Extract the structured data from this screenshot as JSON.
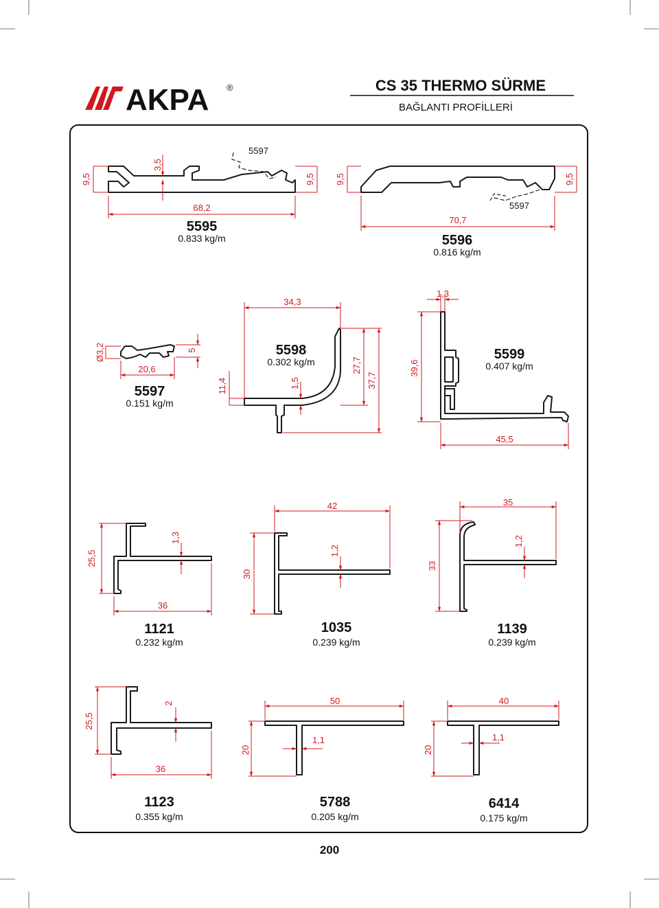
{
  "brand": {
    "name": "AKPA",
    "registered": "®"
  },
  "header": {
    "title": "CS 35 THERMO SÜRME",
    "subtitle": "BAĞLANTI PROFİLLERİ"
  },
  "page_number": "200",
  "colors": {
    "dimension": "#d0191f",
    "outline": "#1a1a1a",
    "brand": "#d0191f"
  },
  "profiles": [
    {
      "code": "5595",
      "weight": "0.833 kg/m",
      "dims": [
        "9,5",
        "3,5",
        "9,5",
        "68,2"
      ],
      "ref": "5597"
    },
    {
      "code": "5596",
      "weight": "0.816 kg/m",
      "dims": [
        "9,5",
        "9,5",
        "70,7"
      ],
      "ref": "5597"
    },
    {
      "code": "5597",
      "weight": "0.151 kg/m",
      "dims": [
        "Ø3,2",
        "20,6",
        "5"
      ]
    },
    {
      "code": "5598",
      "weight": "0.302 kg/m",
      "dims": [
        "34,3",
        "11,4",
        "1,5",
        "27,7",
        "37,7"
      ]
    },
    {
      "code": "5599",
      "weight": "0.407 kg/m",
      "dims": [
        "1,3",
        "39,6",
        "45,5"
      ]
    },
    {
      "code": "1121",
      "weight": "0.232 kg/m",
      "dims": [
        "25,5",
        "1,3",
        "36"
      ]
    },
    {
      "code": "1035",
      "weight": "0.239 kg/m",
      "dims": [
        "42",
        "30",
        "1,2"
      ]
    },
    {
      "code": "1139",
      "weight": "0.239 kg/m",
      "dims": [
        "35",
        "33",
        "1,2"
      ]
    },
    {
      "code": "1123",
      "weight": "0.355 kg/m",
      "dims": [
        "25,5",
        "2",
        "36"
      ]
    },
    {
      "code": "5788",
      "weight": "0.205 kg/m",
      "dims": [
        "50",
        "20",
        "1,1"
      ]
    },
    {
      "code": "6414",
      "weight": "0.175 kg/m",
      "dims": [
        "40",
        "20",
        "1,1"
      ]
    }
  ]
}
